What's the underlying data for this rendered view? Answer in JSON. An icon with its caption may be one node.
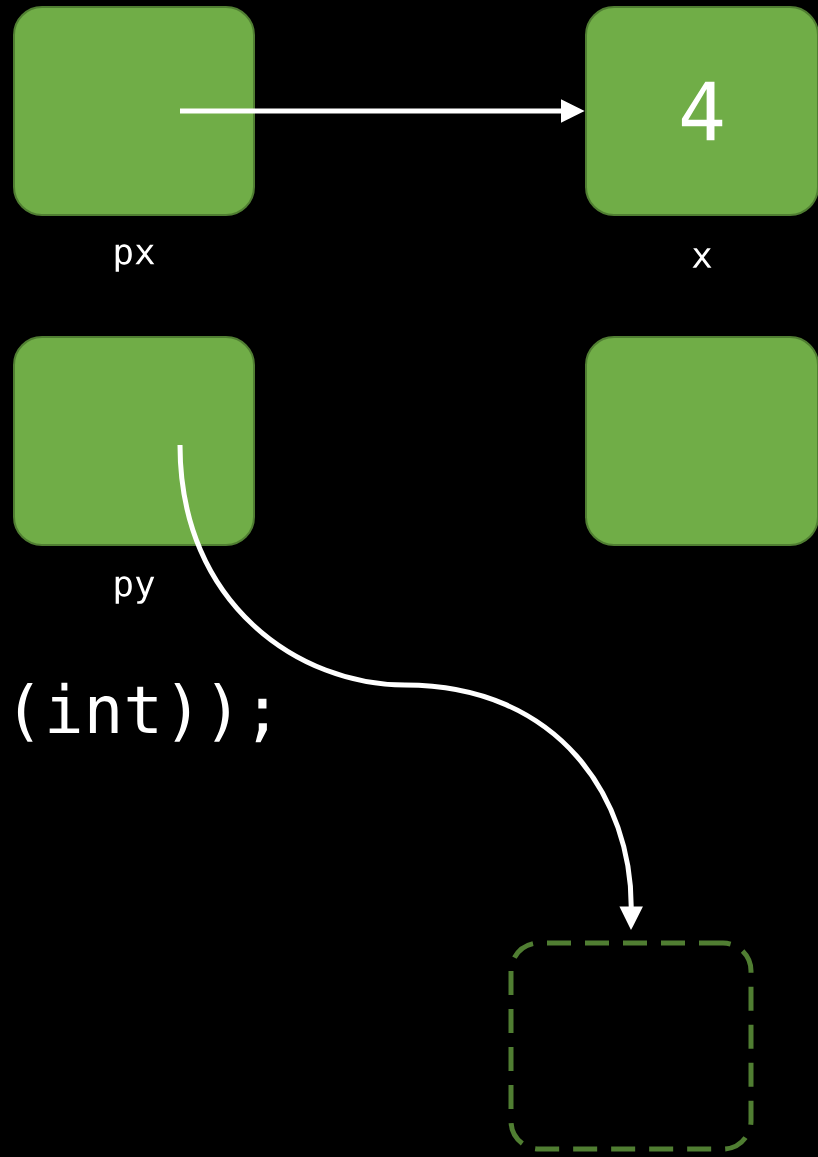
{
  "diagram": {
    "nodes": [
      {
        "text": [],
        "shape": "box",
        "beside": [
          "px"
        ]
      },
      {
        "text": [
          "4"
        ],
        "beside": [
          "x"
        ]
      },
      {
        "text": [],
        "shape": "box",
        "beside": [
          "py"
        ]
      },
      {
        "text": [],
        "shape": "box"
      },
      {
        "text": [],
        "shape": "box"
      }
    ],
    "edges": [
      {
        "from": 0,
        "to": 1,
        "arrow": "to"
      },
      {
        "from": 2,
        "to": 4,
        "arrow": "to"
      }
    ],
    "labels": [
      "(int));"
    ]
  }
}
